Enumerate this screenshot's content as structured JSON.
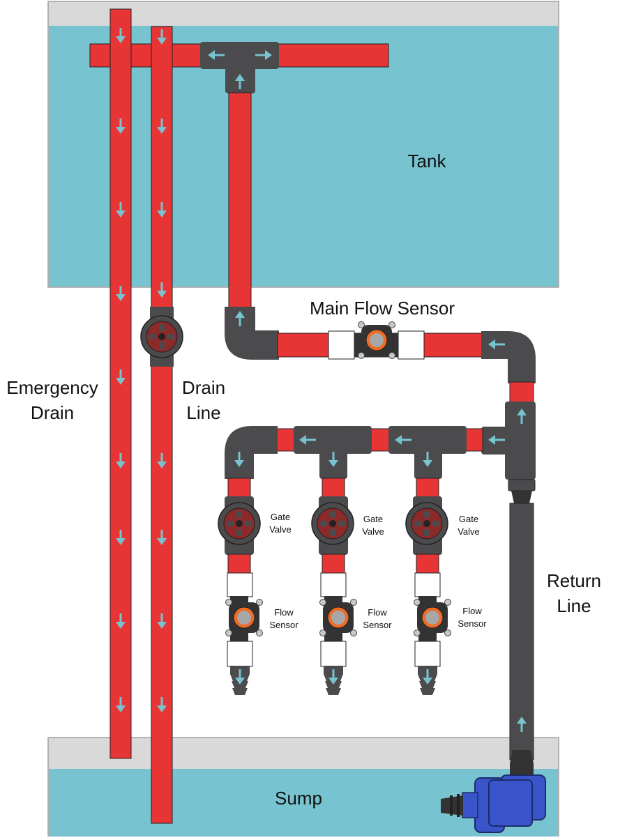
{
  "labels": {
    "tank": "Tank",
    "sump": "Sump",
    "main_flow_sensor": "Main Flow Sensor",
    "emergency_drain_line1": "Emergency",
    "emergency_drain_line2": "Drain",
    "drain_line1": "Drain",
    "drain_line2": "Line",
    "return_line1": "Return",
    "return_line2": "Line",
    "gate_valve_line1": "Gate",
    "gate_valve_line2": "Valve",
    "flow_sensor_line1": "Flow",
    "flow_sensor_line2": "Sensor"
  },
  "colors": {
    "water": "#77c3cf",
    "tank_frame": "#d9d9d9",
    "pipe_red": "#e73535",
    "fitting_gray": "#4b4b4d",
    "coupler_white": "#ffffff",
    "flow_arrow": "#77c3cf",
    "sensor_orange": "#ee6c26",
    "pump_blue": "#3a55c9",
    "valve_red": "#8c2a2a"
  },
  "icons": {
    "valve": "gate-valve-icon",
    "sensor": "flow-sensor-icon",
    "pump": "pump-icon",
    "arrow": "flow-arrow-icon"
  }
}
